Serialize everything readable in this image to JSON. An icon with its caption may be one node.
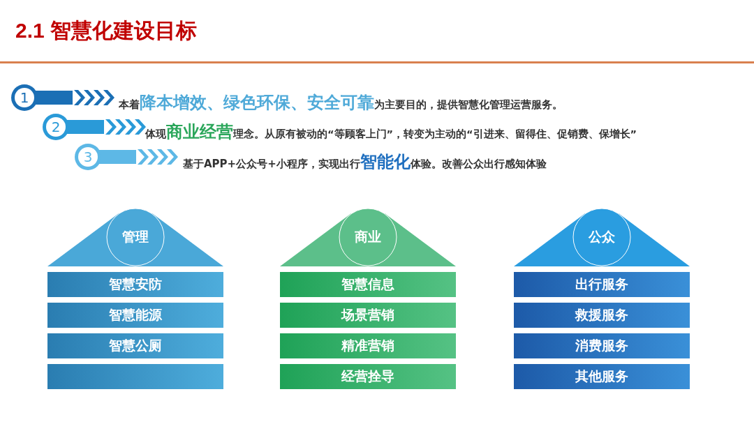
{
  "diagram": {
    "title": "2.1 智慧化建设目标",
    "nodes": [
      {
        "text": [
          "1"
        ],
        "beside": [
          "本着**降本增效、绿色环保、安全可靠**为主要目的，提供智慧化管理运营服务。"
        ]
      },
      {
        "text": [
          "2"
        ],
        "beside": [
          "体现**商业经营**理念。从原有被动的“等顾客上门”，转变为主动的“引进来、留得住、促销费、保增长”"
        ]
      },
      {
        "text": [
          "3"
        ],
        "beside": [
          "基于APP+公众号+小程序，实现出行**智能化**体验。改善公众出行感知体验"
        ]
      },
      {
        "text": [
          "管理"
        ]
      },
      {
        "text": [
          "智慧安防"
        ]
      },
      {
        "text": [
          "智慧能源"
        ]
      },
      {
        "text": [
          "智慧公厕"
        ]
      },
      {
        "text": [],
        "shape": "bar"
      },
      {
        "text": [
          "商业"
        ]
      },
      {
        "text": [
          "智慧信息"
        ]
      },
      {
        "text": [
          "场景营销"
        ]
      },
      {
        "text": [
          "精准营销"
        ]
      },
      {
        "text": [
          "经营拴导"
        ]
      },
      {
        "text": [
          "公众"
        ]
      },
      {
        "text": [
          "出行服务"
        ]
      },
      {
        "text": [
          "救援服务"
        ]
      },
      {
        "text": [
          "消费服务"
        ]
      },
      {
        "text": [
          "其他服务"
        ]
      }
    ]
  }
}
